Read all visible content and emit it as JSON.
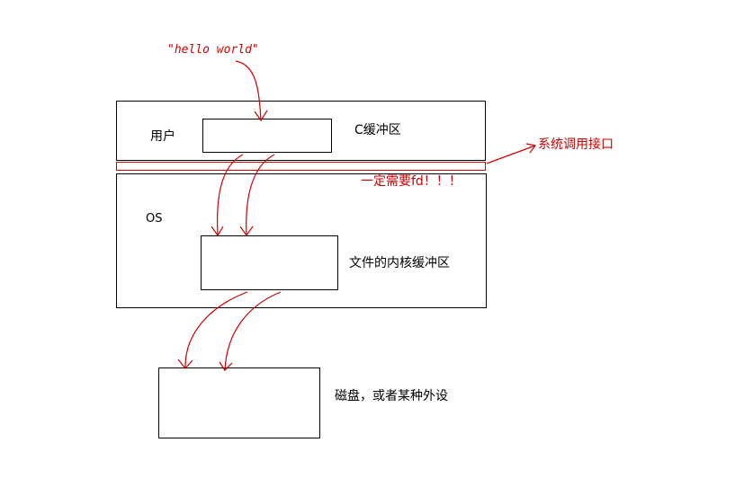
{
  "labels": {
    "hello": "\"hello world\"",
    "user": "用户",
    "c_buffer": "C缓冲区",
    "syscall": "系统调用接口",
    "need_fd": "一定需要fd！！！",
    "os": "OS",
    "kernel_buffer": "文件的内核缓冲区",
    "disk": "磁盘，或者某种外设"
  },
  "colors": {
    "line": "#000000",
    "annotation": "#d00000"
  }
}
